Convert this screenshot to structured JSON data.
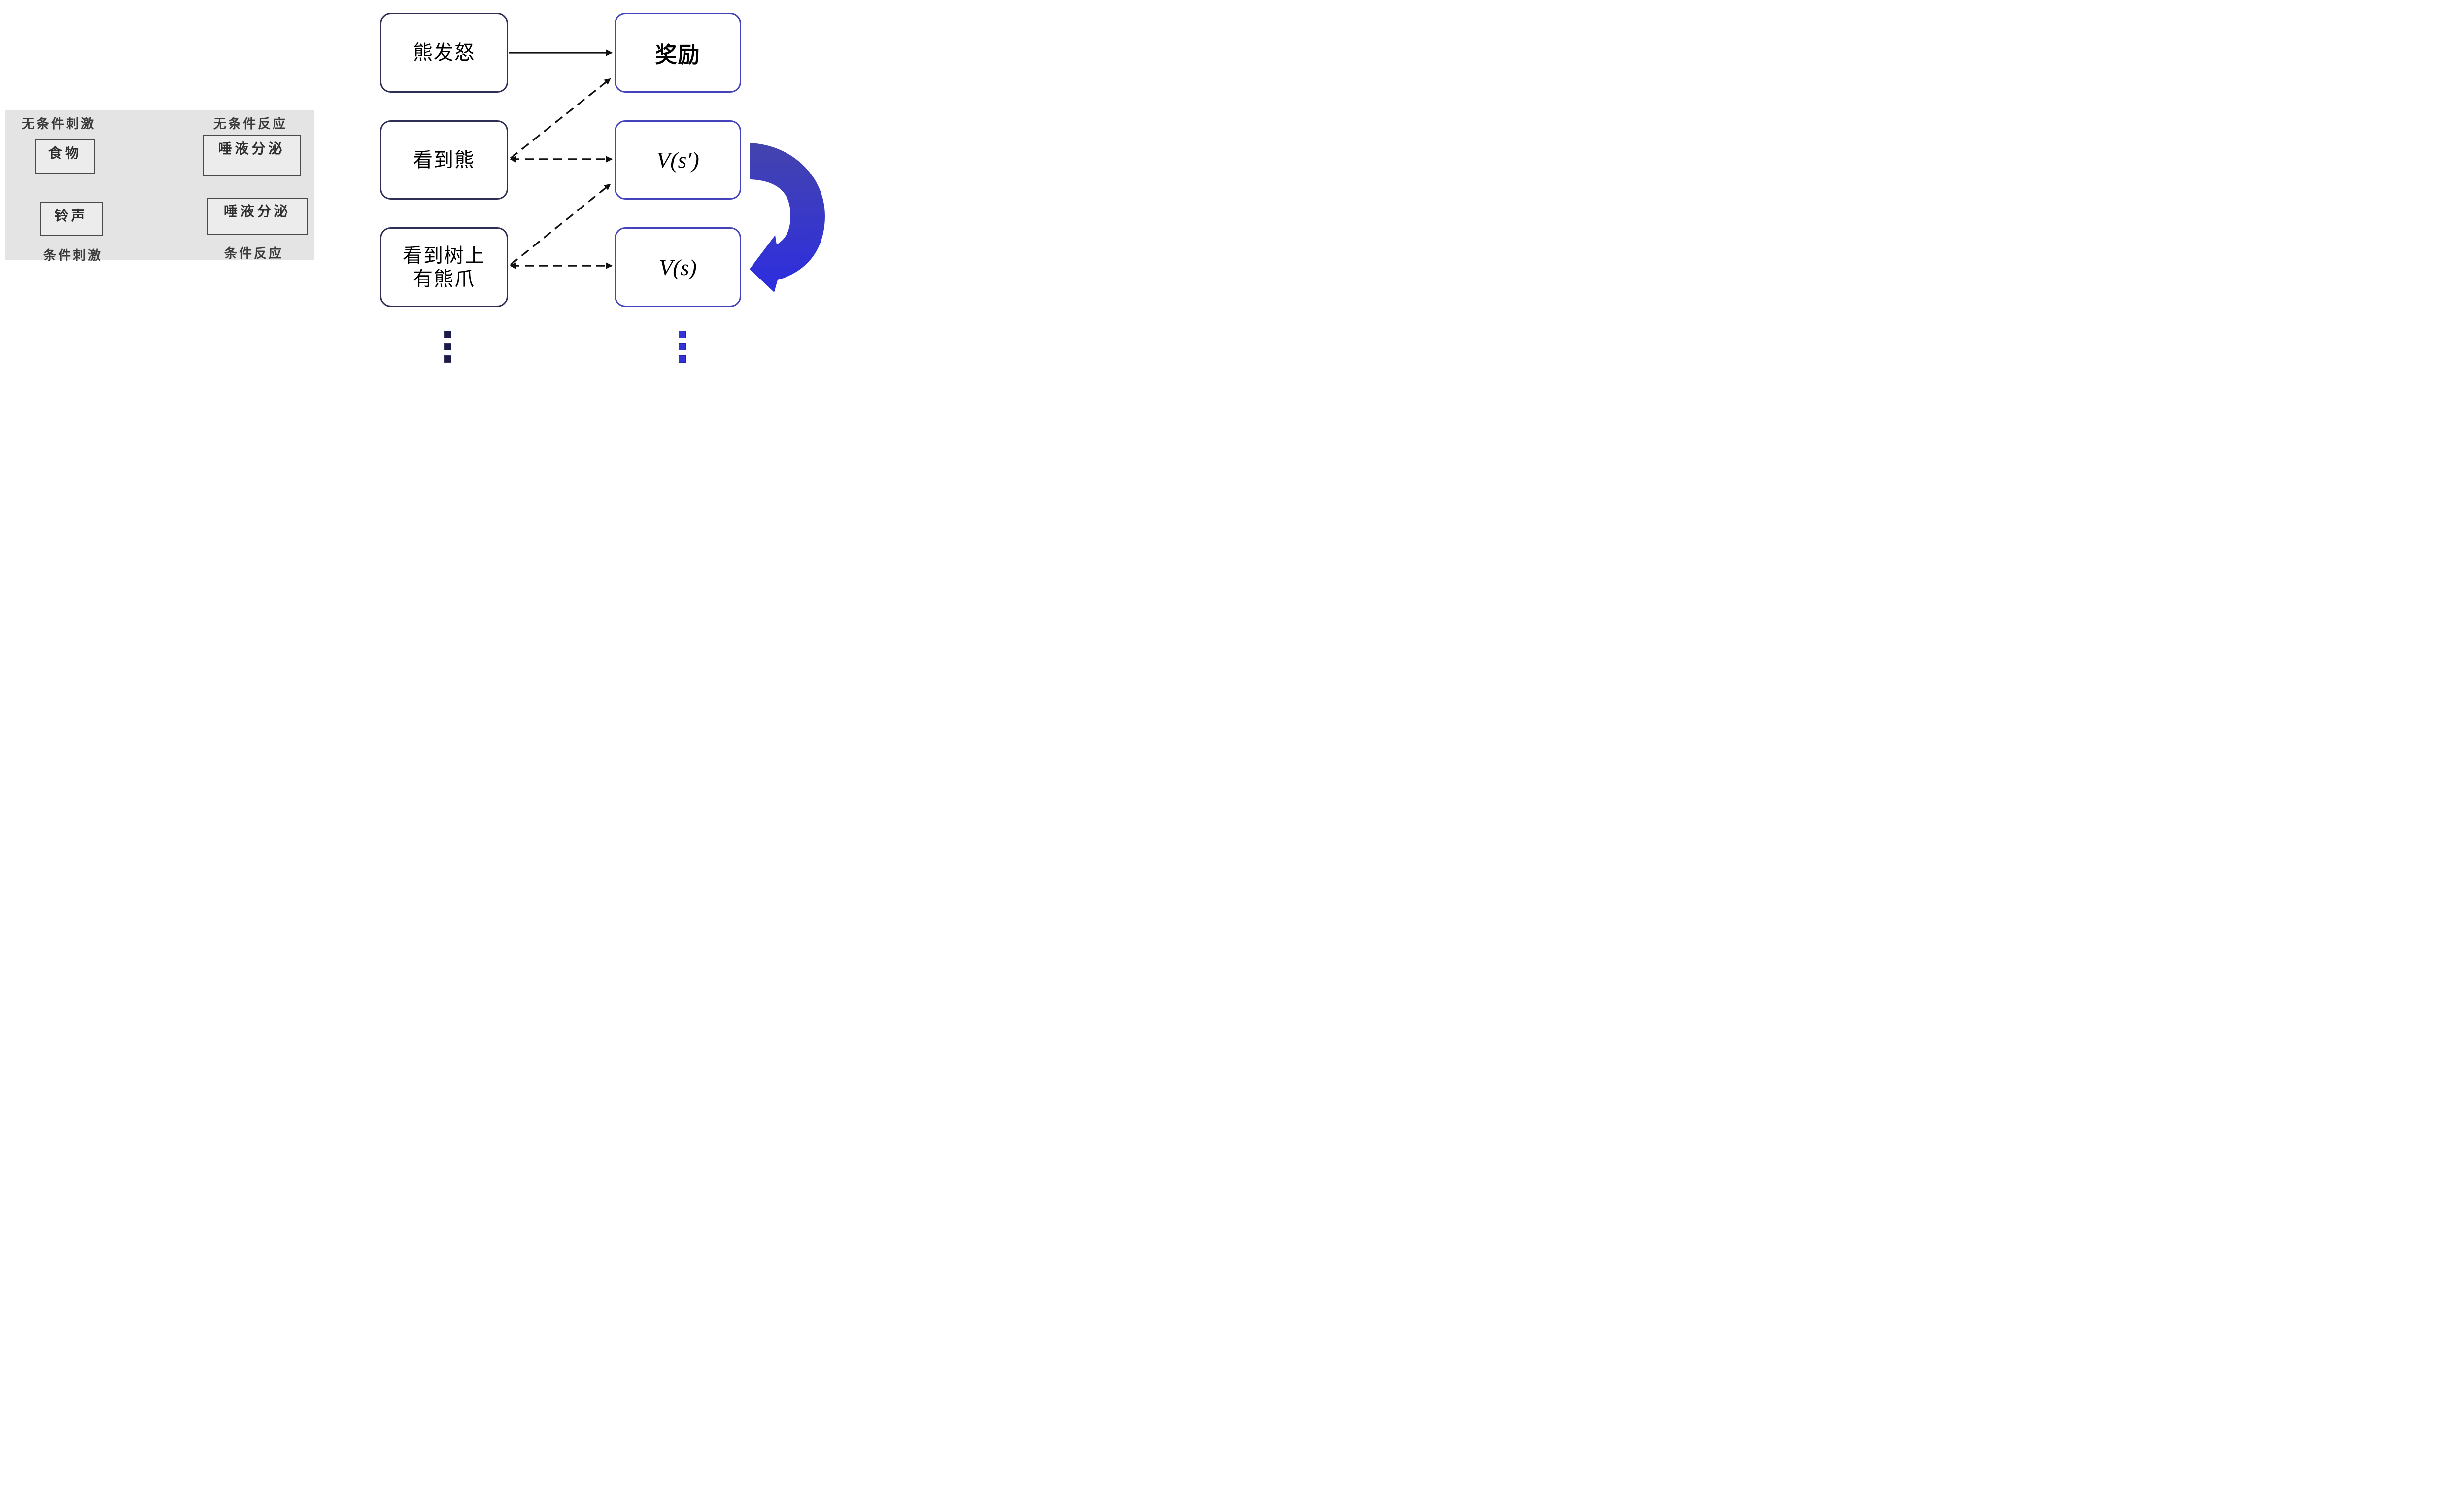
{
  "figure": {
    "left_panel": {
      "label_unconditioned_stimulus": "无条件刺激",
      "label_unconditioned_response": "无条件反应",
      "label_conditioned_stimulus": "条件刺激",
      "label_conditioned_response": "条件反应",
      "box_food": "食物",
      "box_bell": "铃声",
      "box_salivation_top": "唾液分泌",
      "box_salivation_bottom": "唾液分泌"
    },
    "right_panel": {
      "box_bear_rage": "熊发怒",
      "box_reward": "奖励",
      "box_see_bear": "看到熊",
      "box_value_next": "V(s′)",
      "box_see_claws_line1": "看到树上",
      "box_see_claws_line2": "有熊爪",
      "box_value_current": "V(s)"
    },
    "icons": {
      "loop_arrow": "blue-curved-loop-arrow",
      "ellipsis_left": "vertical-ellipsis-dots",
      "ellipsis_right": "vertical-ellipsis-dots"
    },
    "colors": {
      "panel_bg": "#e4e4e4",
      "dark_navy_border": "#2f2f55",
      "blue_border": "#4343bb",
      "loop_arrow_top": "#4444ae",
      "loop_arrow_bottom": "#2d2de0",
      "dots_left": "#1b1b4a",
      "dots_right": "#3333d6",
      "connector_black": "#111111",
      "connector_gray": "#3f3f3f"
    }
  }
}
